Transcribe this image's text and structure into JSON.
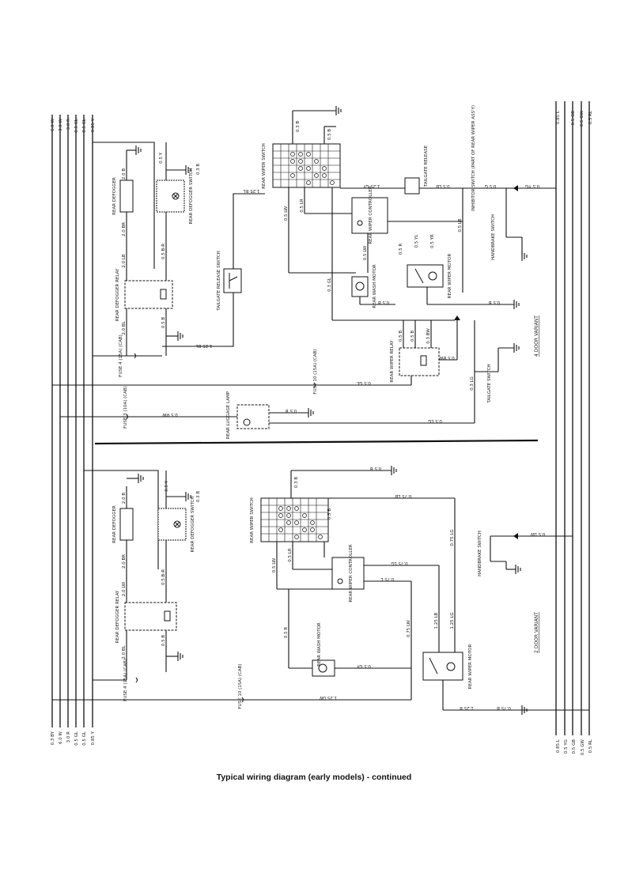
{
  "caption": "Typical wiring diagram (early models) - continued",
  "sections": {
    "top": "4 DOOR VARIANT",
    "bottom": "2 DOOR VARIANT"
  },
  "bus_left_top": [
    "6.0 W",
    "3.0 W",
    "3.0 R",
    "0.5 GL",
    "0.5 GL",
    "0.85 Y"
  ],
  "bus_left_bottom": [
    "0.3 BY",
    "6.0 W",
    "3.0 R",
    "0.5 GL",
    "0.5 GL",
    "0.85 Y"
  ],
  "bus_right_top": [
    "0.85 L",
    "0.5 GB",
    "0.5 GW",
    "0.5 RL"
  ],
  "bus_right_bottom": [
    "0.85 L",
    "0.5 YG",
    "0.5 GB",
    "0.5 GW",
    "0.5 RL"
  ],
  "components_top": {
    "rear_defogger": "REAR DEFOGGER",
    "defogger_relay": "REAR DEFOGGER RELAY",
    "defogger_switch": "REAR DEFOGGER SWITCH",
    "fuse_4": "FUSE 4 (15A) (CAB)",
    "tailgate_release_switch": "TAILGATE RELEASE SWITCH",
    "tailgate_release": "TAILGATE RELEASE",
    "wiper_switch": "REAR WIPER SWITCH",
    "wiper_controller": "REAR WIPER CONTROLLER",
    "wash_motor": "REAR WASH MOTOR",
    "wiper_motor": "REAR WIPER MOTOR",
    "wiper_relay": "REAR WIPER RELAY",
    "fuse_10": "FUSE 10 (15A) (CAB)",
    "fuse_3": "FUSE 3 (10A) (CAB)",
    "luggage_lamp": "REAR LUGGAGE LAMP",
    "tailgate_switch": "TAILGATE SWITCH",
    "handbrake_switch": "HANDBRAKE SWITCH",
    "inhibitor_switch": "INHIBITOR SWITCH (PART OF REAR WIPER ASS'Y)"
  },
  "components_bottom": {
    "rear_defogger": "REAR DEFOGGER",
    "defogger_relay": "REAR DEFOGGER RELAY",
    "defogger_switch": "REAR DEFOGGER SWITCH",
    "fuse_4": "FUSE 4 (15A) (CAB)",
    "wiper_switch": "REAR WIPER SWITCH",
    "wiper_controller": "REAR WIPER CONTROLLER",
    "wash_motor": "REAR WASH MOTOR",
    "wiper_motor": "REAR WIPER MOTOR",
    "fuse_10": "FUSE 10 (15A) (CAB)",
    "handbrake_switch": "HANDBRAKE SWITCH"
  },
  "wires_top": {
    "w_05y": "0.5 Y",
    "w_03b_def": "0.3 B",
    "w_20b": "2.0 B",
    "w_20br": "2.0 BR",
    "w_05br": "0.5 B-R",
    "w_20lb": "2.0 LB",
    "w_20bl": "2.0 BL",
    "w_05b_rel": "0.5 B",
    "w_125bl": "1.25 BL",
    "w_125rl": "1.25 RL",
    "w_03b_sw": "0.3 B",
    "w_05b_sw": "0.5 B",
    "w_125gy": "1.25 GY",
    "w_05lb": "0.5 LB",
    "w_05lb2": "0.5 LB",
    "w_05g": "0.5 G",
    "w_05yg": "0.5 YG",
    "w_05lw": "0.5 LW",
    "w_05lr": "0.5 LR",
    "w_05lw2": "0.5 LW",
    "w_05r": "0.5 R",
    "w_05yl": "0.5 YL",
    "w_05yr": "0.5 YR",
    "w_03gl": "0.3 GL",
    "w_05b_m": "0.5 B",
    "w_05b_g": "0.5 B",
    "w_05b_r1": "0.5 B",
    "w_05b_r2": "0.5 B",
    "w_03bw": "0.3 BW",
    "w_05bw": "0.5 BW",
    "w_03lg": "0.3 LG",
    "w_05gl": "0.5 GL",
    "w_05rw": "0.5 RW",
    "w_05b_lamp": "0.5 B",
    "w_05lg": "0.5 LG"
  },
  "wires_bottom": {
    "w_05y": "0.5 Y",
    "w_03b_def": "0.3 B",
    "w_20b": "2.0 B",
    "w_20br": "2.0 BR",
    "w_05br": "0.5 B-R",
    "w_20lw": "2.0 LW",
    "w_20bl": "2.0 BL",
    "w_05b_rel": "0.5 B",
    "w_03b_sw": "0.3 B",
    "w_05b_g": "0.5 B",
    "w_075lb": "0.75 LB",
    "w_05b_sw": "0.5 B",
    "w_05lw": "0.5 LW",
    "w_05lr": "0.5 LR",
    "w_075lg": "0.75 LG",
    "w_075l": "0.75 L",
    "w_075lg2": "0.75 LG",
    "w_075lw": "0.75 LW",
    "w_125lb": "1.25 LB",
    "w_125lg": "1.25 LG",
    "w_05r": "0.5 R",
    "w_05lw2": "0.5 LW",
    "w_05gy": "0.5 GY",
    "w_125lw": "1.25 LW",
    "w_125b": "1.25 B",
    "w_075b": "0.75 B"
  }
}
